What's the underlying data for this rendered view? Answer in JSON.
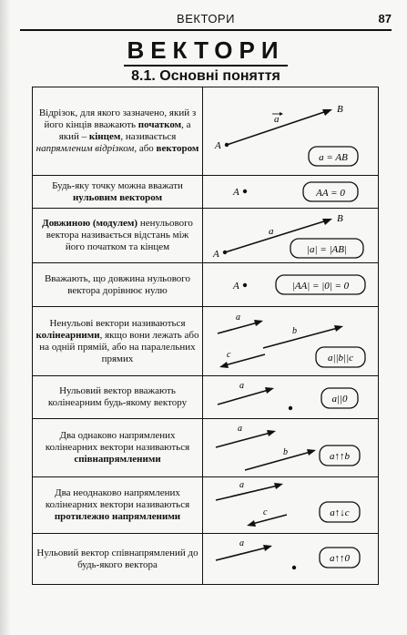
{
  "header": {
    "running_title": "ВЕКТОРИ",
    "page_number": "87"
  },
  "chapter_title": "ВЕКТОРИ",
  "section_title": "8.1. Основні поняття",
  "rows": [
    {
      "parts": [
        {
          "t": "Відрізок, для якого зазначено, який з його кінців вважають "
        },
        {
          "t": "початком",
          "s": "b"
        },
        {
          "t": ", а який – "
        },
        {
          "t": "кінцем",
          "s": "b"
        },
        {
          "t": ", називається "
        },
        {
          "t": "напрямленим відрізком",
          "s": "i"
        },
        {
          "t": ", або "
        },
        {
          "t": "вектором",
          "s": "b"
        }
      ],
      "figure": {
        "point_a": "A",
        "point_b": "B",
        "vector": "a",
        "formula": "a = AB"
      }
    },
    {
      "parts": [
        {
          "t": "Будь-яку точку можна вважати "
        },
        {
          "t": "нульовим вектором",
          "s": "b"
        }
      ],
      "figure": {
        "point_a": "A",
        "formula": "AA = 0"
      }
    },
    {
      "parts": [
        {
          "t": "Довжиною (модулем)",
          "s": "b"
        },
        {
          "t": " ненульового вектора називається відстань між його початком та кінцем"
        }
      ],
      "figure": {
        "point_a": "A",
        "point_b": "B",
        "vector": "a",
        "formula": "|a| = |AB|"
      }
    },
    {
      "parts": [
        {
          "t": "Вважають, що довжина нульового вектора дорівнює нулю"
        }
      ],
      "figure": {
        "point_a": "A",
        "formula": "|AA| = |0| = 0"
      }
    },
    {
      "parts": [
        {
          "t": "Ненульові вектори називаються "
        },
        {
          "t": "колінеарними",
          "s": "b"
        },
        {
          "t": ", якщо вони лежать або на одній прямій, або на паралельних прямих"
        }
      ],
      "figure": {
        "vectors": [
          "a",
          "b",
          "c"
        ],
        "formula": "a||b||c"
      }
    },
    {
      "parts": [
        {
          "t": "Нульовий вектор вважають колінеарним будь-якому вектору"
        }
      ],
      "figure": {
        "vectors": [
          "a"
        ],
        "formula": "a||0"
      }
    },
    {
      "parts": [
        {
          "t": "Два однаково напрямлених колінеарних вектори називаються "
        },
        {
          "t": "співнапрямленими",
          "s": "b"
        }
      ],
      "figure": {
        "vectors": [
          "a",
          "b"
        ],
        "formula": "a↑↑b"
      }
    },
    {
      "parts": [
        {
          "t": "Два неоднаково напрямлених колінеарних вектори називаються "
        },
        {
          "t": "протилежно напрямленими",
          "s": "b"
        }
      ],
      "figure": {
        "vectors": [
          "a",
          "c"
        ],
        "formula": "a↑↓c"
      }
    },
    {
      "parts": [
        {
          "t": "Нульовий вектор співнапрямлений до будь-якого вектора"
        }
      ],
      "figure": {
        "vectors": [
          "a"
        ],
        "formula": "a↑↑0"
      }
    }
  ]
}
